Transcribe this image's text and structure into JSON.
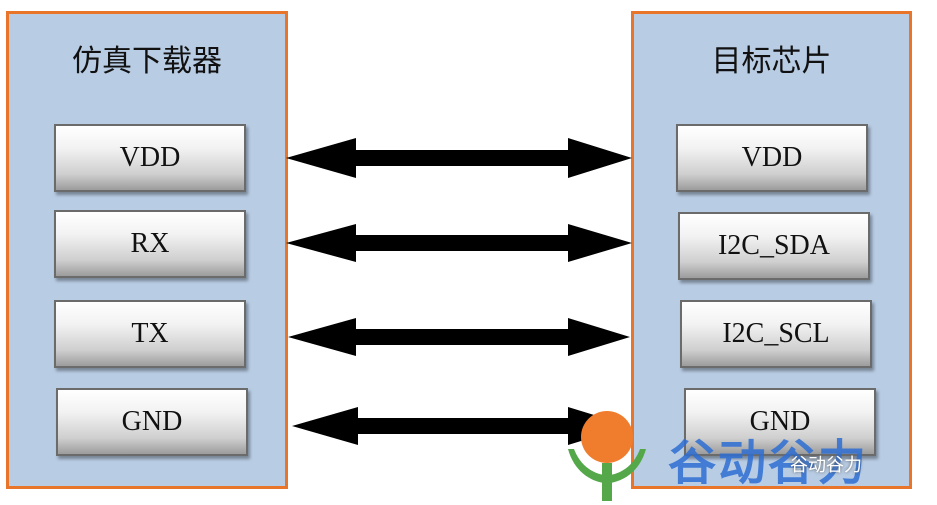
{
  "left": {
    "title": "仿真下载器",
    "pins": [
      "VDD",
      "RX",
      "TX",
      "GND"
    ]
  },
  "right": {
    "title": "目标芯片",
    "pins": [
      "VDD",
      "I2C_SDA",
      "I2C_SCL",
      "GND"
    ]
  },
  "watermark": {
    "brand": "谷动谷力",
    "account": "谷动谷力"
  },
  "colors": {
    "panel_fill": "#b8cce4",
    "panel_border": "#e8752a",
    "arrow": "#000000",
    "logo_orange": "#f07d2e",
    "logo_green": "#55a84a",
    "watermark_blue": "#2e6fd3"
  }
}
